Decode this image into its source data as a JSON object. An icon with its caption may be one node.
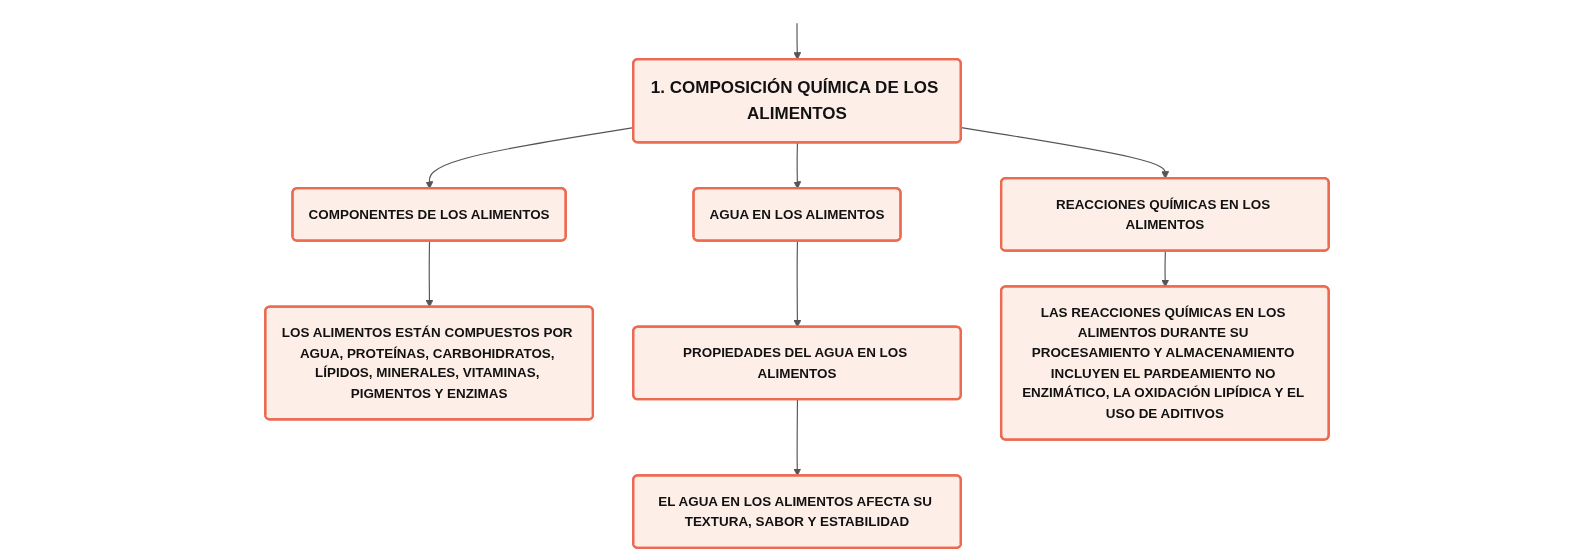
{
  "diagram": {
    "nodes": [
      {
        "text": [
          "1. COMPOSICIÓN QUÍMICA DE LOS ALIMENTOS"
        ]
      },
      {
        "text": [
          "COMPONENTES DE LOS ALIMENTOS"
        ]
      },
      {
        "text": [
          "AGUA EN LOS ALIMENTOS"
        ]
      },
      {
        "text": [
          "REACCIONES QUÍMICAS EN LOS ALIMENTOS"
        ]
      },
      {
        "text": [
          "LOS ALIMENTOS ESTÁN COMPUESTOS POR AGUA, PROTEÍNAS, CARBOHIDRATOS, LÍPIDOS, MINERALES, VITAMINAS, PIGMENTOS Y ENZIMAS"
        ]
      },
      {
        "text": [
          "PROPIEDADES DEL AGUA EN LOS ALIMENTOS"
        ]
      },
      {
        "text": [
          "EL AGUA EN LOS ALIMENTOS AFECTA SU TEXTURA, SABOR Y ESTABILIDAD"
        ]
      },
      {
        "text": [
          "LAS REACCIONES QUÍMICAS EN LOS ALIMENTOS DURANTE SU PROCESAMIENTO Y ALMACENAMIENTO INCLUYEN EL PARDEAMIENTO NO ENZIMÁTICO, LA OXIDACIÓN LIPÍDICA Y EL USO DE ADITIVOS"
        ]
      }
    ],
    "edges": [
      {
        "from": null,
        "to": 0,
        "arrow": "to"
      },
      {
        "from": 0,
        "to": 1,
        "arrow": "to"
      },
      {
        "from": 0,
        "to": 2,
        "arrow": "to"
      },
      {
        "from": 0,
        "to": 3,
        "arrow": "to"
      },
      {
        "from": 1,
        "to": 4,
        "arrow": "to"
      },
      {
        "from": 2,
        "to": 5,
        "arrow": "to"
      },
      {
        "from": 5,
        "to": 6,
        "arrow": "to"
      },
      {
        "from": 3,
        "to": 7,
        "arrow": "to"
      }
    ]
  }
}
